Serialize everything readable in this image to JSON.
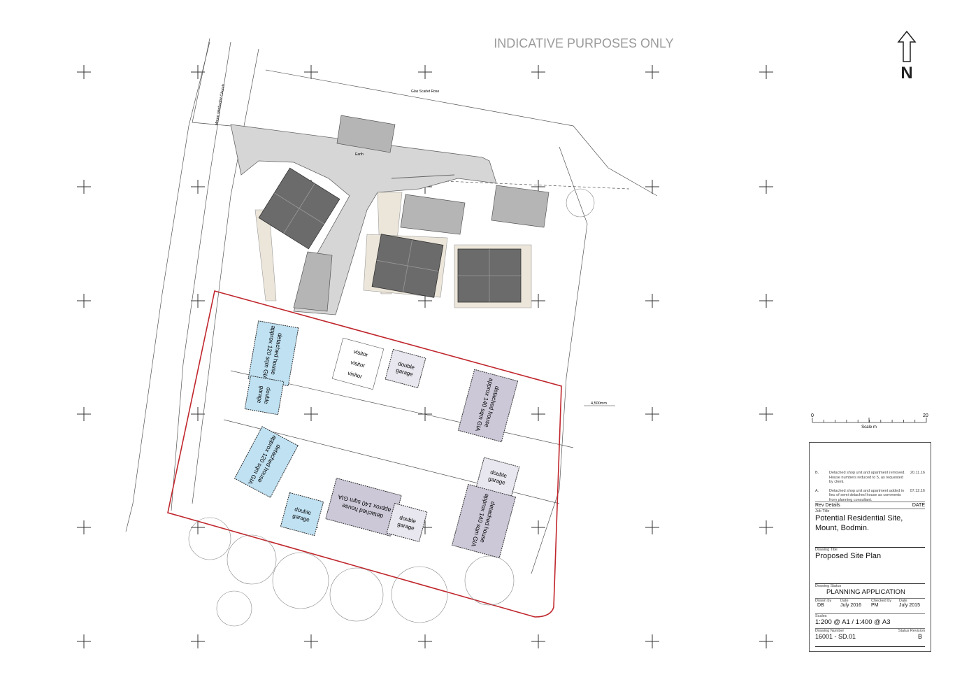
{
  "watermark": "INDICATIVE PURPOSES ONLY",
  "north_label": "N",
  "site_labels": {
    "church": "Mount Methodist Church",
    "dimension": "4,500mm",
    "earth": "Earth",
    "road_note": "Glas Scarlet Rose"
  },
  "plots": {
    "house_120": [
      "detached house",
      "approx 120 sqm GIA"
    ],
    "house_140": [
      "detached house",
      "approx 140 sqm GIA"
    ],
    "garage": [
      "double",
      "garage"
    ],
    "visitor": "visitor"
  },
  "colors": {
    "boundary": "#c0272d",
    "blue_plot": "#bfe1f2",
    "purple_plot": "#ccc8d8",
    "existing_roof": "#6b6b6b",
    "road": "#d6d6d6"
  },
  "scale_bar": {
    "start": "0",
    "end": "20",
    "label": "Scale m"
  },
  "title_block": {
    "revisions": [
      {
        "rev": "B.",
        "details": "Detached shop unit and apartment removed. House numbers reduced to 5, as requested by client.",
        "date": "20.11.16"
      },
      {
        "rev": "A.",
        "details": "Detached shop unit and apartment added in lieu of semi detached house as comments from planning consultant.",
        "date": "07.12.16"
      }
    ],
    "rev_header": "Rev  Details",
    "date_header": "DATE",
    "job_title_label": "Job Title",
    "job_title": [
      "Potential Residential Site,",
      "Mount, Bodmin."
    ],
    "drawing_title_label": "Drawing Title",
    "drawing_title": "Proposed Site Plan",
    "status_label": "Drawing Status",
    "status": "PLANNING APPLICATION",
    "drawn_by_label": "Drawn by",
    "drawn_by": "DB",
    "date1_label": "Date",
    "date1": "July 2016",
    "checked_by_label": "Checked by",
    "checked_by": "PM",
    "date2_label": "Date",
    "date2": "July 2015",
    "scales_label": "Scales",
    "scales": "1:200 @ A1 / 1:400 @ A3",
    "number_label": "Drawing Number",
    "number": "16001 - SD.01",
    "revision_label": "Status Revision",
    "revision": "B"
  }
}
